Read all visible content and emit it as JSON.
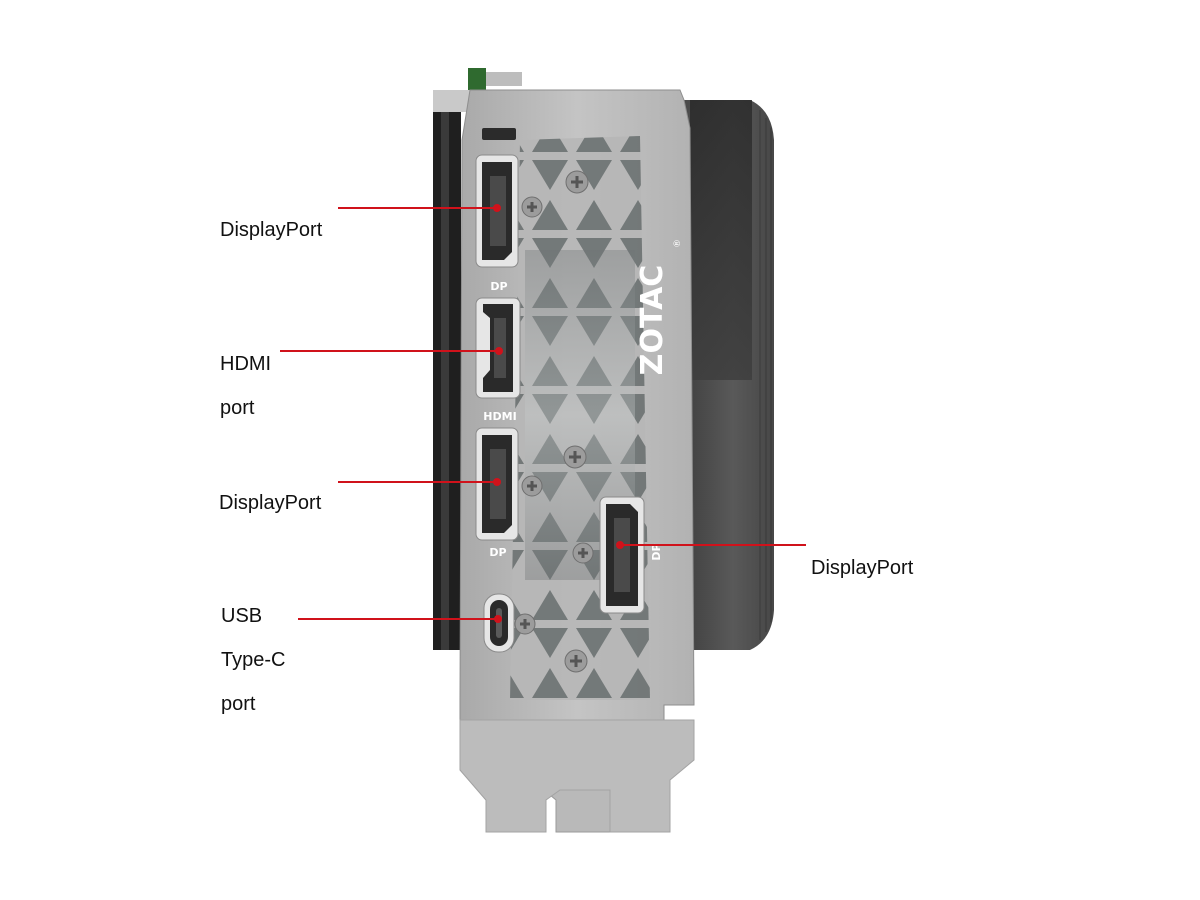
{
  "brand": {
    "logo_text": "ZOTAC",
    "registered_mark": "®"
  },
  "port_tags": {
    "dp_top": "DP",
    "hdmi": "HDMI",
    "dp_middle": "DP",
    "dp_right": "DP"
  },
  "callouts": {
    "displayport_top": "DisplayPort",
    "hdmi_line1": "HDMI",
    "hdmi_line2": "port",
    "displayport_middle": "DisplayPort",
    "usbc_line1": "USB",
    "usbc_line2": "Type-C",
    "usbc_line3": "port",
    "displayport_right": "DisplayPort"
  },
  "colors": {
    "leader_line": "#d0121b",
    "bracket": "#b9b9b9",
    "port_body": "#2a2a2a",
    "heatsink": "#4a4a4a"
  }
}
